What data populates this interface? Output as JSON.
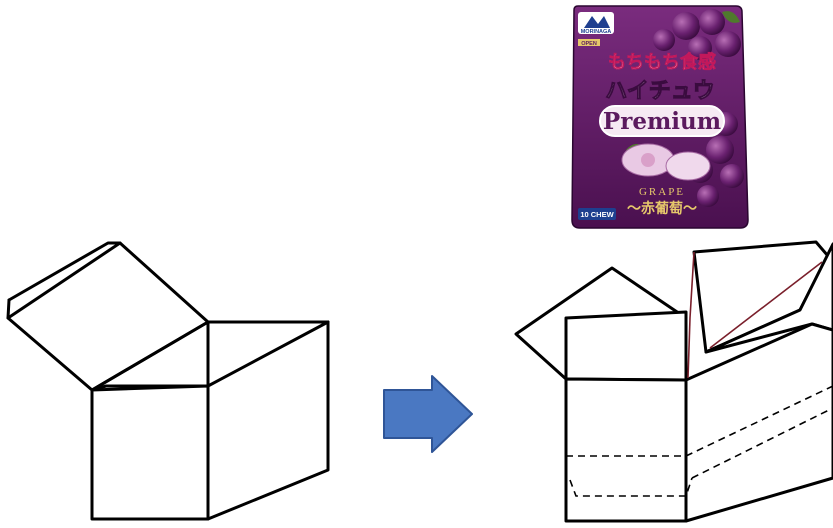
{
  "package": {
    "brand": "MORINAGA",
    "open_tag": "OPEN",
    "tagline_jp": "もちもち食感",
    "product_jp": "ハイチュウ",
    "product_en": "Premium",
    "flavor_en": "GRAPE",
    "flavor_jp": "〜赤葡萄〜",
    "count": "10 CHEW",
    "colors": {
      "pouch": "#5b1a5e",
      "pouch_dark": "#3a0b3f",
      "pouch_light": "#8e3a8c",
      "gold": "#e6c86b"
    }
  },
  "arrow": {
    "direction": "right",
    "color": "#4a78c2",
    "stroke": "#2f5597"
  },
  "diagram": {
    "left_box": "open-box",
    "right_box": "open-box-with-dashed-fold-lines"
  }
}
